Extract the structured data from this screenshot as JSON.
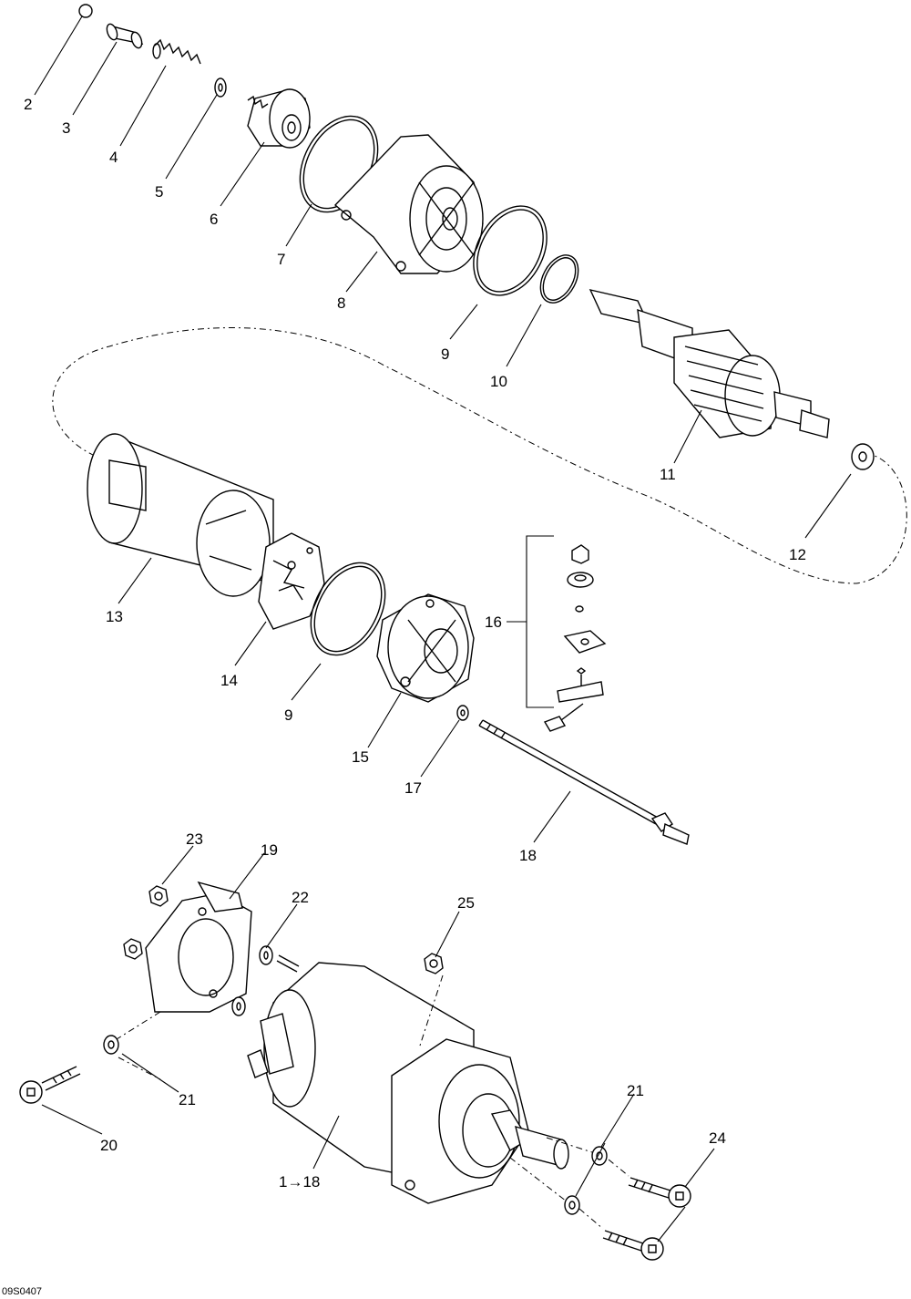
{
  "diagram": {
    "reference_code": "09S0407",
    "callouts": {
      "c2": "2",
      "c3": "3",
      "c4": "4",
      "c5": "5",
      "c6": "6",
      "c7": "7",
      "c8": "8",
      "c9a": "9",
      "c10": "10",
      "c11": "11",
      "c12": "12",
      "c13": "13",
      "c14": "14",
      "c9b": "9",
      "c15": "15",
      "c16": "16",
      "c17": "17",
      "c18": "18",
      "c19": "19",
      "c20": "20",
      "c21a": "21",
      "c21b": "21",
      "c22": "22",
      "c23": "23",
      "c24": "24",
      "c25": "25",
      "c1to18": "1→18"
    }
  }
}
